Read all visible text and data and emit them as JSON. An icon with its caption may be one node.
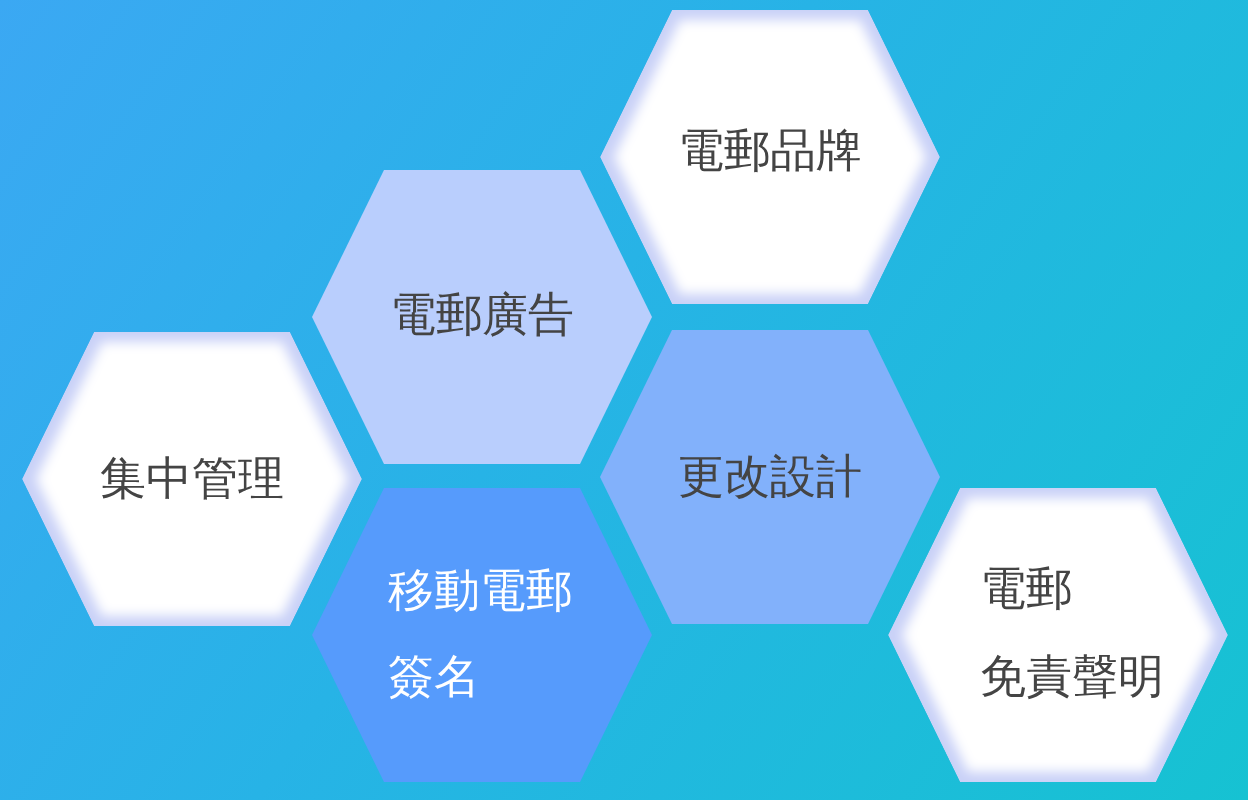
{
  "diagram": {
    "nodes": [
      {
        "text": [
          "電郵品牌"
        ]
      },
      {
        "text": [
          "電郵廣告"
        ]
      },
      {
        "text": [
          "集中管理"
        ]
      },
      {
        "text": [
          "更改設計"
        ]
      },
      {
        "text": [
          "移動電郵簽名"
        ]
      },
      {
        "text": [
          "電郵",
          "免責聲明"
        ]
      }
    ]
  }
}
